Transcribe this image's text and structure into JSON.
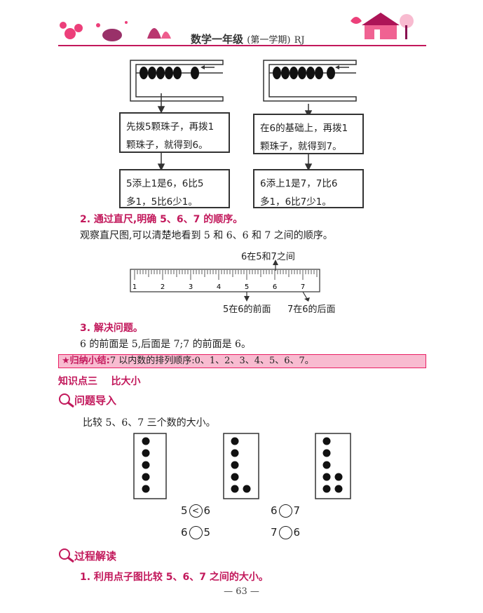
{
  "header": {
    "title": "数学一年级",
    "subtitle": "(第一学期)",
    "edition": "RJ"
  },
  "abacus_steps": {
    "left": {
      "step1": "先拨5颗珠子，再拨1\n颗珠子，就得到6。",
      "step2": "5添上1是6，6比5\n多1，5比6少1。"
    },
    "right": {
      "step1": "在6的基础上，再拨1\n颗珠子，就得到7。",
      "step2": "6添上1是7，7比6\n多1，6比7少1。"
    }
  },
  "section2": {
    "heading": "2. 通过直尺,明确 5、6、7 的顺序。",
    "text": "观察直尺图,可以清楚地看到 5 和 6、6 和 7 之间的顺序。"
  },
  "ruler": {
    "numbers": [
      "1",
      "2",
      "3",
      "4",
      "5",
      "6",
      "7"
    ],
    "label_top": "6在5和7之间",
    "label_left": "5在6的前面",
    "label_right": "7在6的后面"
  },
  "section3": {
    "heading": "3. 解决问题。",
    "text": "6 的前面是 5,后面是 7;7 的前面是 6。"
  },
  "summary": {
    "label": "★归纳小结:",
    "text": "7 以内数的排列顺序:0、1、2、3、4、5、6、7。"
  },
  "knowledge_point": "知识点三    比大小",
  "intro": {
    "title": "问题导入",
    "text": "比较 5、6、7 三个数的大小。"
  },
  "dot_cards": [
    {
      "count": 5
    },
    {
      "count": 6
    },
    {
      "count": 7
    }
  ],
  "comparisons": [
    {
      "left": "5",
      "sign": "<",
      "right": "6"
    },
    {
      "left": "6",
      "sign": "",
      "right": "7"
    },
    {
      "left": "6",
      "sign": "",
      "right": "5"
    },
    {
      "left": "7",
      "sign": "",
      "right": "6"
    }
  ],
  "process": {
    "title": "过程解读",
    "heading": "1. 利用点子图比较 5、6、7 之间的大小。"
  },
  "footer": {
    "page": "— 63 —"
  },
  "colors": {
    "accent": "#c2185b",
    "summary_bg": "#f8bbd0"
  }
}
